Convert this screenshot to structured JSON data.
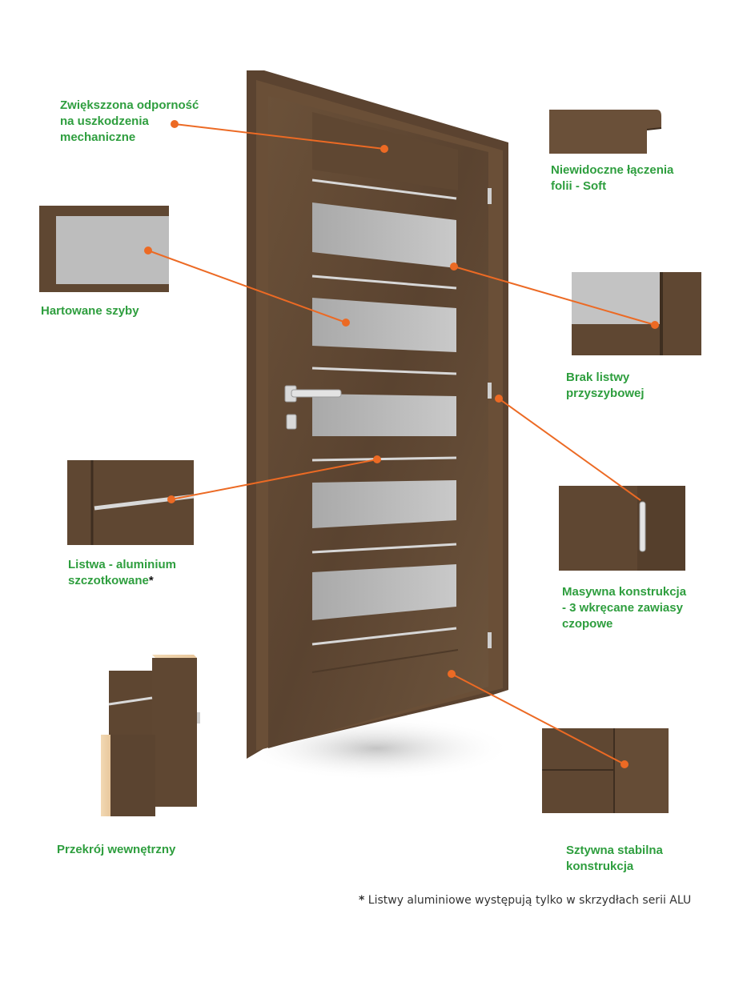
{
  "colors": {
    "label_green": "#2e9e3e",
    "callout_orange": "#ec6a24",
    "wood_dark": "#5e4631",
    "wood_mid": "#6f553c",
    "glass": "#bdbdbd",
    "footnote_text": "#333333"
  },
  "features": [
    {
      "id": "damage-resistance",
      "label": "Zwiększzona odporność\nna uszkodzenia\nmechaniczne"
    },
    {
      "id": "invisible-joints",
      "label": "Niewidoczne łączenia\nfolii - Soft"
    },
    {
      "id": "tempered-glass",
      "label": "Hartowane szyby"
    },
    {
      "id": "no-glazing-bead",
      "label": "Brak listwy\nprzyszybowej"
    },
    {
      "id": "aluminium-strip",
      "label": "Listwa - aluminium\nszczotkowane",
      "suffix": "*"
    },
    {
      "id": "massive-construction",
      "label": "Masywna konstrukcja\n- 3 wkręcane zawiasy\nczopowe"
    },
    {
      "id": "internal-section",
      "label": "Przekrój wewnętrzny"
    },
    {
      "id": "rigid-construction",
      "label": "Sztywna stabilna\nkonstrukcja"
    }
  ],
  "footnote": {
    "star": "*",
    "text": " Listwy aluminiowe występują tylko w skrzydłach serii ALU"
  }
}
